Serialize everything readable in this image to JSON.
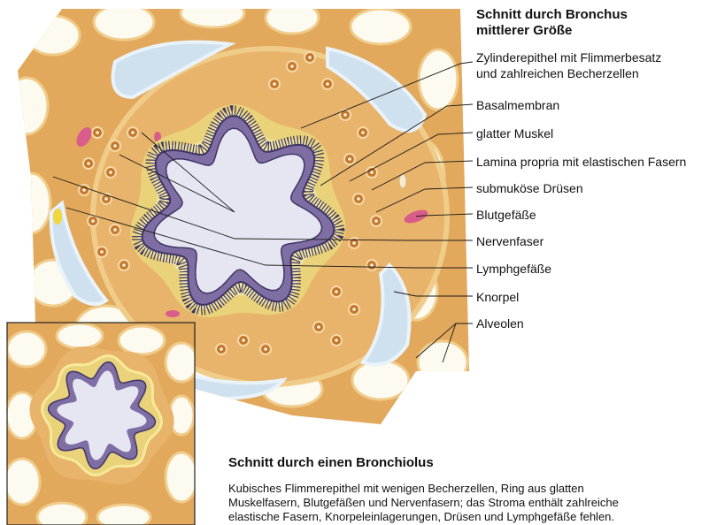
{
  "colors": {
    "tissue": "#e8b36a",
    "tissue_light": "#f0cc8a",
    "alveolar_wall": "#e2a85c",
    "alveolus_fill": "#fdfaf0",
    "cartilage": "#cfe0ee",
    "cartilage_edge": "#e9f3fb",
    "lumen": "#e6e6f2",
    "epithelium": "#7f6ea3",
    "epithelium_dark": "#3f3566",
    "basement": "#efe5a0",
    "muscle": "#e9d27a",
    "gland": "#c2782e",
    "vessel": "#d95d8a",
    "nerve": "#f2d63a",
    "leader_line": "#1a1a1a"
  },
  "bronchus": {
    "title_line1": "Schnitt durch Bronchus",
    "title_line2": "mittlerer Größe",
    "labels": [
      "Zylinderepithel mit Flimmerbesatz",
      "und zahlreichen Becherzellen",
      "Basalmembran",
      "glatter Muskel",
      "Lamina propria mit elastischen Fasern",
      "submuköse Drüsen",
      "Blutgefäße",
      "Nervenfaser",
      "Lymphgefäße",
      "Knorpel",
      "Alveolen"
    ]
  },
  "bronchiolus": {
    "title": "Schnitt durch einen Bronchiolus",
    "description_line1": "Kubisches Flimmerepithel mit wenigen Becherzellen, Ring aus glatten",
    "description_line2": "Muskelfasern, Blutgefäßen und Nervenfasern; das Stroma enthält zahlreiche",
    "description_line3": "elastische Fasern, Knorpeleinlagerungen, Drüsen und Lymphgefäße fehlen."
  }
}
